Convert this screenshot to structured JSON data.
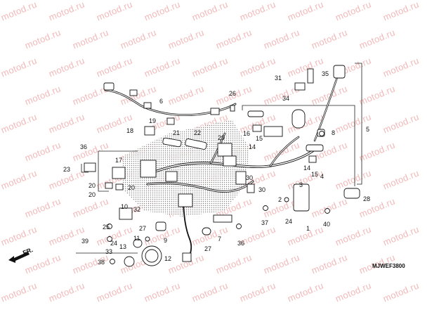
{
  "watermark": {
    "text": "motod.ru",
    "color": "#f2b9b9"
  },
  "diagram_code": "MJWEF3800",
  "front_marker": "FR.",
  "callouts": [
    {
      "id": "c1",
      "label": "1"
    },
    {
      "id": "c2",
      "label": "2"
    },
    {
      "id": "c3",
      "label": "3"
    },
    {
      "id": "c4",
      "label": "4"
    },
    {
      "id": "c5",
      "label": "5"
    },
    {
      "id": "c6",
      "label": "6"
    },
    {
      "id": "c7",
      "label": "7"
    },
    {
      "id": "c8",
      "label": "8"
    },
    {
      "id": "c9",
      "label": "9"
    },
    {
      "id": "c10",
      "label": "10"
    },
    {
      "id": "c11",
      "label": "11"
    },
    {
      "id": "c12",
      "label": "12"
    },
    {
      "id": "c13",
      "label": "13"
    },
    {
      "id": "c14a",
      "label": "14"
    },
    {
      "id": "c14b",
      "label": "14"
    },
    {
      "id": "c15a",
      "label": "15"
    },
    {
      "id": "c15b",
      "label": "15"
    },
    {
      "id": "c16",
      "label": "16"
    },
    {
      "id": "c17",
      "label": "17"
    },
    {
      "id": "c18",
      "label": "18"
    },
    {
      "id": "c19",
      "label": "19"
    },
    {
      "id": "c20a",
      "label": "20"
    },
    {
      "id": "c20b",
      "label": "20"
    },
    {
      "id": "c20c",
      "label": "20"
    },
    {
      "id": "c21",
      "label": "21"
    },
    {
      "id": "c22",
      "label": "22"
    },
    {
      "id": "c23",
      "label": "23"
    },
    {
      "id": "c24a",
      "label": "24"
    },
    {
      "id": "c24b",
      "label": "24"
    },
    {
      "id": "c25",
      "label": "25"
    },
    {
      "id": "c26",
      "label": "26"
    },
    {
      "id": "c27a",
      "label": "27"
    },
    {
      "id": "c27b",
      "label": "27"
    },
    {
      "id": "c28",
      "label": "28"
    },
    {
      "id": "c29",
      "label": "29"
    },
    {
      "id": "c30a",
      "label": "30"
    },
    {
      "id": "c30b",
      "label": "30"
    },
    {
      "id": "c31",
      "label": "31"
    },
    {
      "id": "c32",
      "label": "32"
    },
    {
      "id": "c33",
      "label": "33"
    },
    {
      "id": "c34",
      "label": "34"
    },
    {
      "id": "c35",
      "label": "35"
    },
    {
      "id": "c36a",
      "label": "36"
    },
    {
      "id": "c36b",
      "label": "36"
    },
    {
      "id": "c37",
      "label": "37"
    },
    {
      "id": "c38",
      "label": "38"
    },
    {
      "id": "c39",
      "label": "39"
    },
    {
      "id": "c40",
      "label": "40"
    }
  ]
}
